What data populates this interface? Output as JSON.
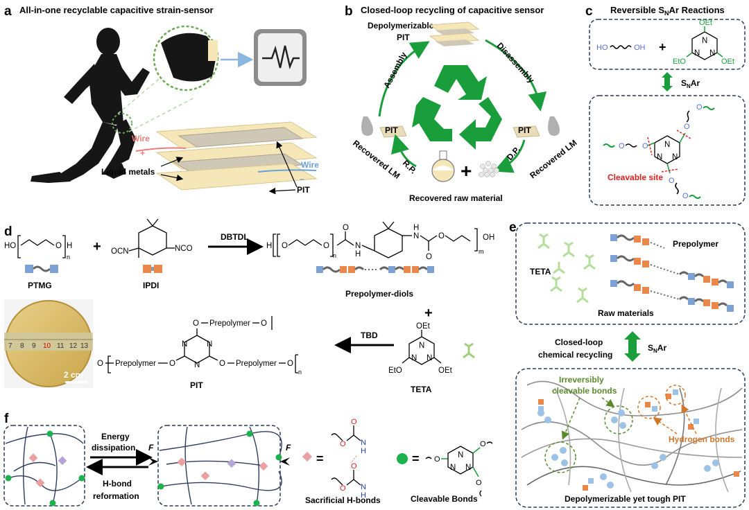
{
  "panel_a": {
    "letter": "a",
    "title": "All-in-one recyclable capacitive strain-sensor",
    "wire_left": "Wire",
    "wire_right": "Wire",
    "plus": "+",
    "minus": "–",
    "liquid_metals": "Liquid metals",
    "pit": "PIT"
  },
  "panel_b": {
    "letter": "b",
    "title": "Closed-loop recycling of capacitive sensor",
    "depolymerizable_line1": "Depolymerizable",
    "depolymerizable_line2": "PIT",
    "assembly": "Assembly",
    "disassembly": "Disassembly",
    "pit_left": "PIT",
    "pit_right": "PIT",
    "rp": "R.P.",
    "dp": "D.P.",
    "recovered_lm_left": "Recovered LM",
    "recovered_lm_right": "Recovered LM",
    "plus": "+",
    "recovered_raw": "Recovered raw material"
  },
  "panel_c": {
    "letter": "c",
    "title_main": "Reversible S",
    "title_sub": "N",
    "title_end": "Ar Reactions",
    "ho": "HO",
    "oh": "OH",
    "plus": "+",
    "oet": "OEt",
    "eto": "EtO",
    "n": "N",
    "snar_main": "S",
    "snar_sub": "N",
    "snar_end": "Ar",
    "o": "O",
    "cleavable": "Cleavable site"
  },
  "panel_d": {
    "letter": "d",
    "ho": "HO",
    "n_sub": "n",
    "m_sub": "m",
    "ocn": "OCN",
    "nco": "NCO",
    "plus": "+",
    "dbtdl": "DBTDL",
    "h": "H",
    "o": "O",
    "oh": "OH",
    "ptmg": "PTMG",
    "ipdi": "IPDI",
    "prepolymer_diols": "Prepolymer-diols",
    "tbd": "TBD",
    "oet": "OEt",
    "eto": "EtO",
    "n": "N",
    "teta": "TETA",
    "pit": "PIT",
    "prepolymer": "Prepolymer",
    "ruler_numbers": [
      "7",
      "8",
      "9",
      "10",
      "11",
      "12",
      "13"
    ],
    "scale": "2 cm"
  },
  "panel_e": {
    "letter": "e",
    "teta": "TETA",
    "prepolymer": "Prepolymer",
    "raw_materials": "Raw materials",
    "closed_loop_line1": "Closed-loop",
    "closed_loop_line2": "chemical recycling",
    "snar_main": "S",
    "snar_sub": "N",
    "snar_end": "Ar",
    "irreversibly_line1": "Irreversibly",
    "irreversibly_line2": "cleavable bonds",
    "hydrogen_bonds": "Hydrogen bonds",
    "bottom_caption": "Depolymerizable yet tough PIT"
  },
  "panel_f": {
    "letter": "f",
    "energy_line1": "Energy",
    "energy_line2": "dissipation",
    "hbond_line1": "H-bond",
    "hbond_line2": "reformation",
    "force": "F",
    "equals": "=",
    "o": "O",
    "n": "N",
    "h": "H",
    "sacrificial": "Sacrificial H-bonds",
    "cleavable": "Cleavable Bonds"
  },
  "colors": {
    "green": "#1a9e3c",
    "dashed_border": "#2d3a55",
    "orange": "#d2772a",
    "olive": "#5b8a2c",
    "red": "#e02020",
    "blue_o": "#5a6fd8",
    "navy_n": "#1f3fb0",
    "wire_red": "#e8807a",
    "wire_blue": "#6aa0d8",
    "film": "#f5e7b8"
  }
}
